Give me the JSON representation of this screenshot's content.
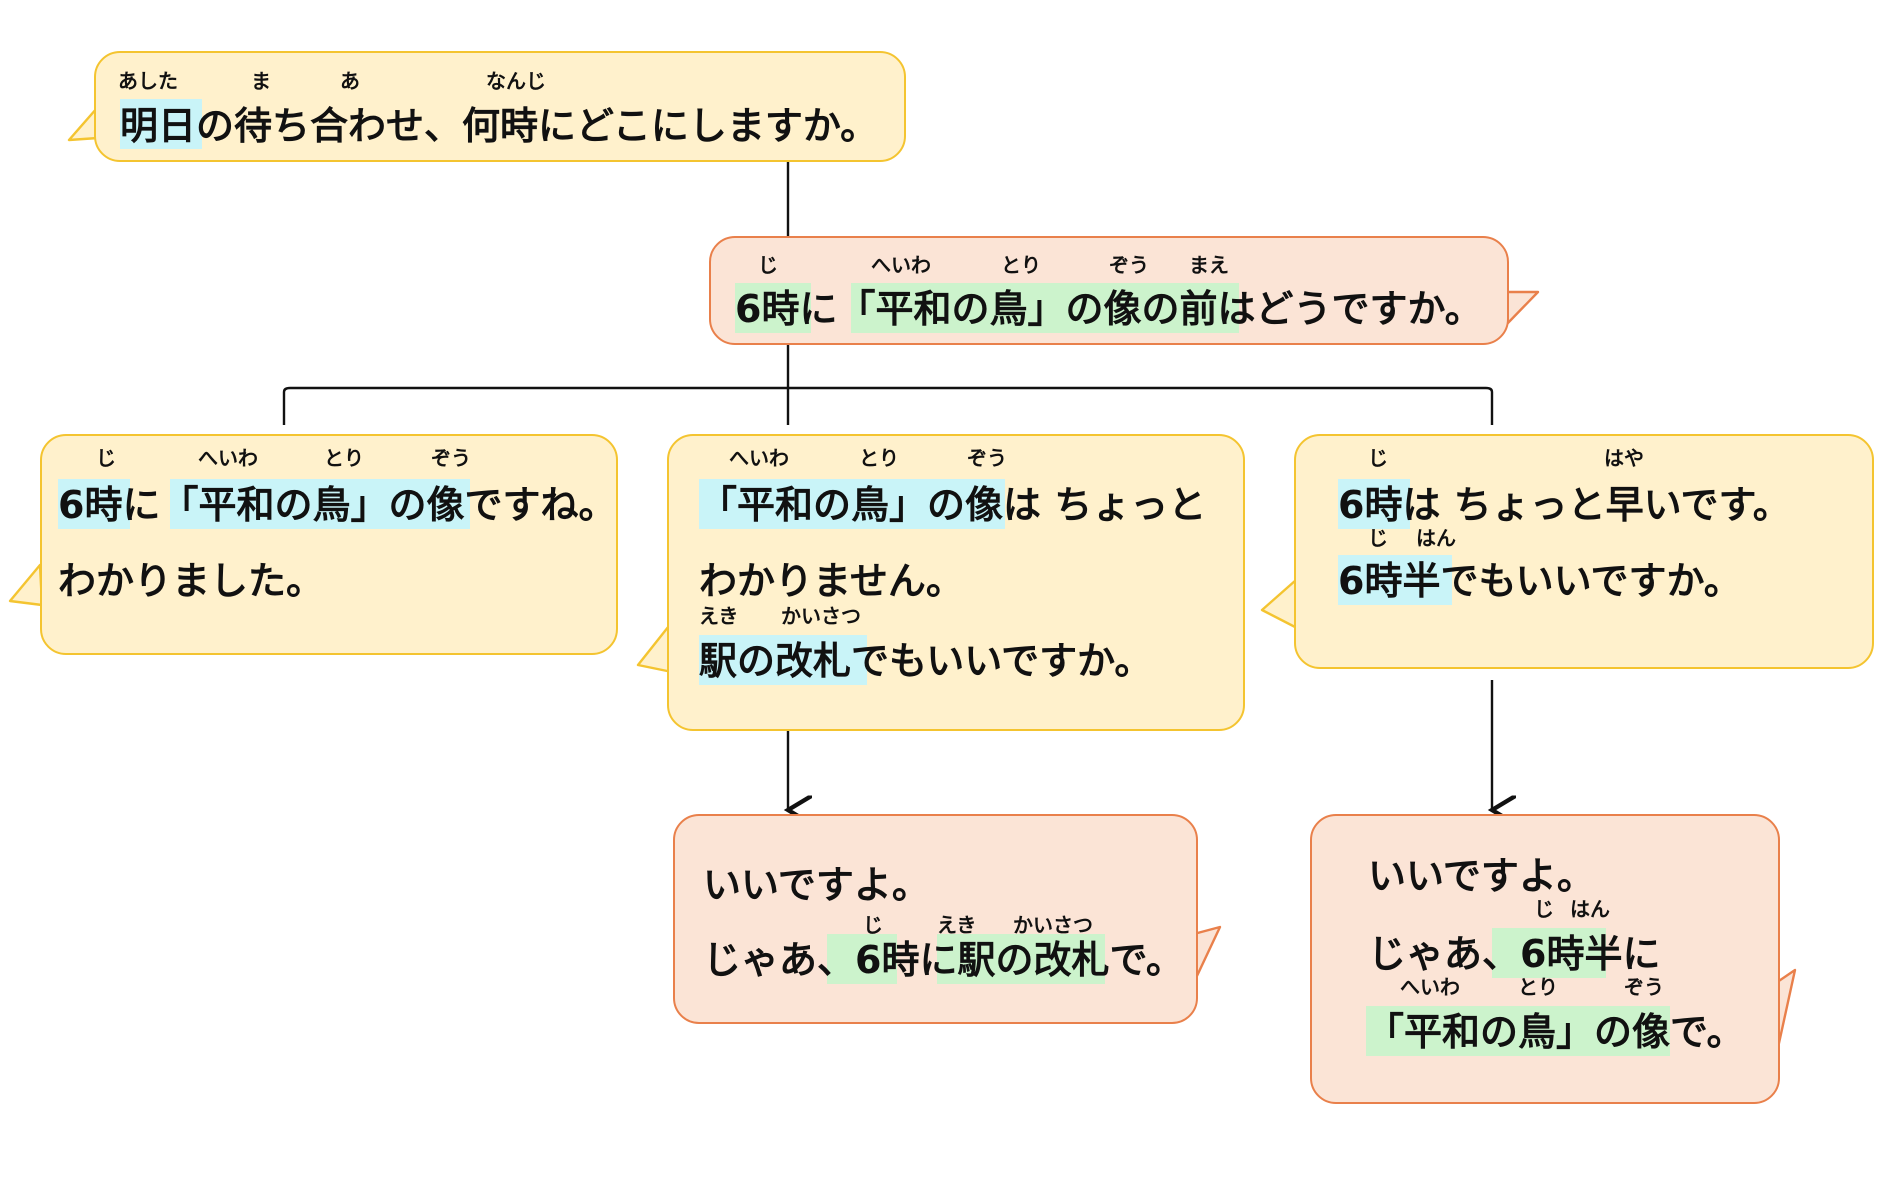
{
  "colors": {
    "question_fill": "#fff1cc",
    "question_border": "#f4c430",
    "answer_fill": "#fbe4d6",
    "answer_border": "#e9804b",
    "highlight_cyan": "#c9f4f8",
    "highlight_green": "#ccf3cc",
    "connector": "#111111"
  },
  "bubbles": {
    "q1": {
      "text": "明日の待ち合わせ、何時にどこにしますか。",
      "ruby": [
        "あした",
        "ま",
        "あ",
        "なんじ"
      ]
    },
    "a1": {
      "text": "6時に「平和の鳥」の像の前はどうですか。",
      "ruby": [
        "じ",
        "へいわ",
        "とり",
        "ぞう",
        "まえ"
      ]
    },
    "r1": {
      "line1": "6時に「平和の鳥」の像ですね。",
      "line2": "わかりました。",
      "ruby": [
        "じ",
        "へいわ",
        "とり",
        "ぞう"
      ]
    },
    "r2": {
      "line1": "「平和の鳥」の像は ちょっと",
      "line2": "わかりません。",
      "line3": "駅の改札でもいいですか。",
      "ruby": [
        "へいわ",
        "とり",
        "ぞう",
        "えき",
        "かいさつ"
      ]
    },
    "r3": {
      "line1": "6時は ちょっと早いです。",
      "line2": "6時半でもいいですか。",
      "ruby": [
        "じ",
        "はや",
        "じ",
        "はん"
      ]
    },
    "f2": {
      "line1": "いいですよ。",
      "line2": "じゃあ、6時に駅の改札で。",
      "ruby": [
        "じ",
        "えき",
        "かいさつ"
      ]
    },
    "f3": {
      "line1": "いいですよ。",
      "line2": "じゃあ、6時半に",
      "line3": "「平和の鳥」の像で。",
      "ruby": [
        "じ",
        "はん",
        "へいわ",
        "とり",
        "ぞう"
      ]
    }
  }
}
